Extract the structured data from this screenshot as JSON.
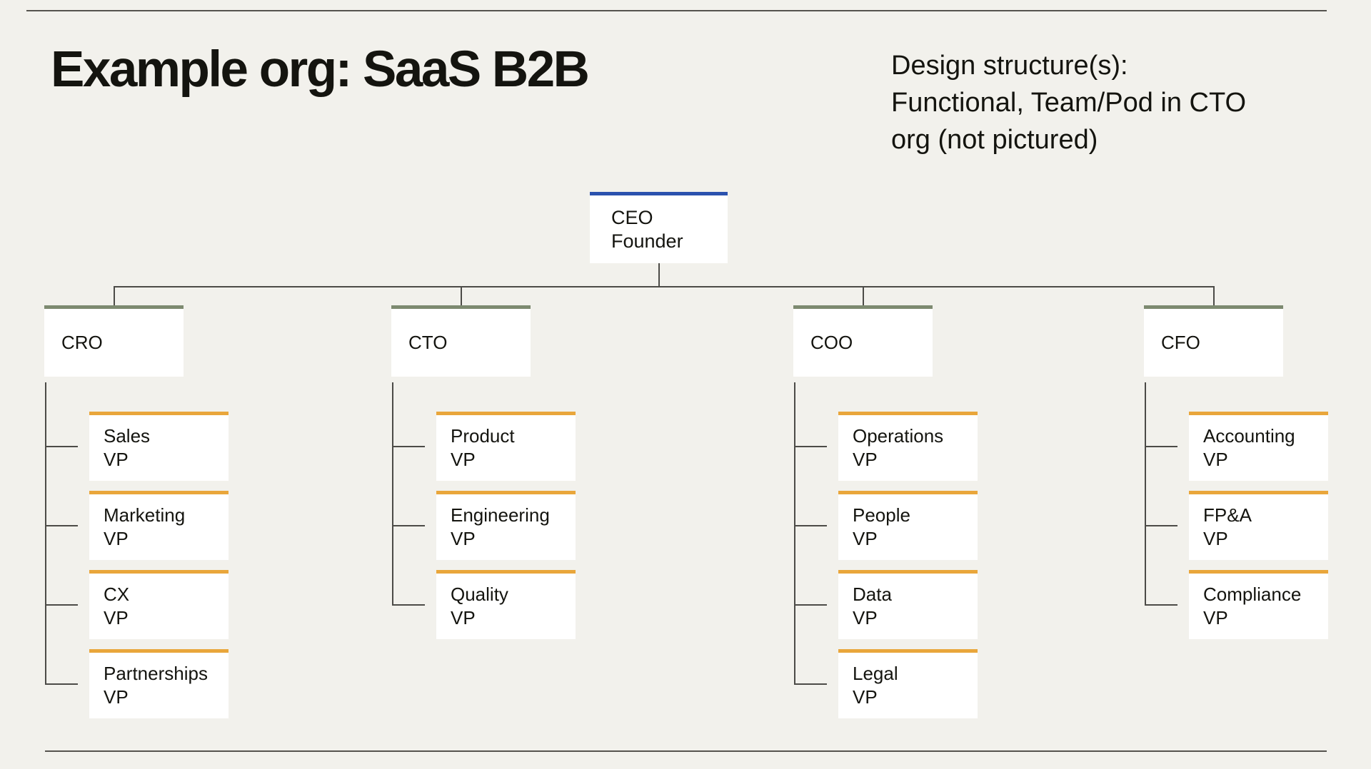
{
  "page": {
    "title": "Example org: SaaS B2B",
    "note_lines": [
      "Design structure(s):",
      "Functional, Team/Pod in CTO",
      "org (not pictured)"
    ]
  },
  "colors": {
    "background": "#f2f1ec",
    "box": "#ffffff",
    "accent_blue": "#2b52ae",
    "accent_green": "#7d8a70",
    "accent_orange": "#e9a63b",
    "line": "#4c4b47",
    "rule": "#55534e",
    "text": "#14140f"
  },
  "org": {
    "root": {
      "title": "CEO",
      "subtitle": "Founder",
      "accent": "accent_blue"
    },
    "child_accent": "accent_orange",
    "branches": [
      {
        "label": "CRO",
        "accent": "accent_green",
        "children": [
          {
            "title": "Sales",
            "subtitle": "VP"
          },
          {
            "title": "Marketing",
            "subtitle": "VP"
          },
          {
            "title": "CX",
            "subtitle": "VP"
          },
          {
            "title": "Partnerships",
            "subtitle": "VP"
          }
        ]
      },
      {
        "label": "CTO",
        "accent": "accent_green",
        "children": [
          {
            "title": "Product",
            "subtitle": "VP"
          },
          {
            "title": "Engineering",
            "subtitle": "VP"
          },
          {
            "title": "Quality",
            "subtitle": "VP"
          }
        ]
      },
      {
        "label": "COO",
        "accent": "accent_green",
        "children": [
          {
            "title": "Operations",
            "subtitle": "VP"
          },
          {
            "title": "People",
            "subtitle": "VP"
          },
          {
            "title": "Data",
            "subtitle": "VP"
          },
          {
            "title": "Legal",
            "subtitle": "VP"
          }
        ]
      },
      {
        "label": "CFO",
        "accent": "accent_green",
        "children": [
          {
            "title": "Accounting",
            "subtitle": "VP"
          },
          {
            "title": "FP&A",
            "subtitle": "VP"
          },
          {
            "title": "Compliance",
            "subtitle": "VP"
          }
        ]
      }
    ]
  }
}
